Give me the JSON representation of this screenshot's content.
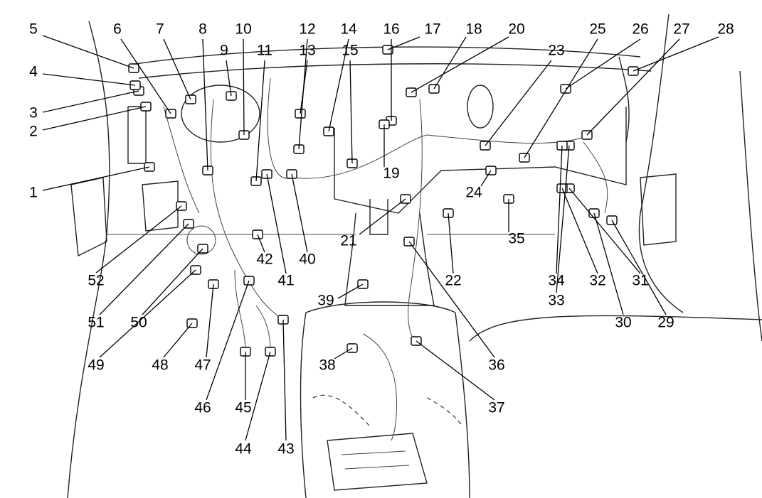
{
  "callouts": [
    "1",
    "2",
    "3",
    "4",
    "5",
    "6",
    "7",
    "8",
    "9",
    "10",
    "11",
    "12",
    "13",
    "14",
    "15",
    "16",
    "17",
    "18",
    "19",
    "20",
    "21",
    "22",
    "23",
    "24",
    "25",
    "26",
    "27",
    "28",
    "29",
    "30",
    "31",
    "32",
    "33",
    "34",
    "35",
    "36",
    "37",
    "38",
    "39",
    "40",
    "41",
    "42",
    "43",
    "44",
    "45",
    "46",
    "47",
    "48",
    "49",
    "50",
    "51",
    "52"
  ]
}
